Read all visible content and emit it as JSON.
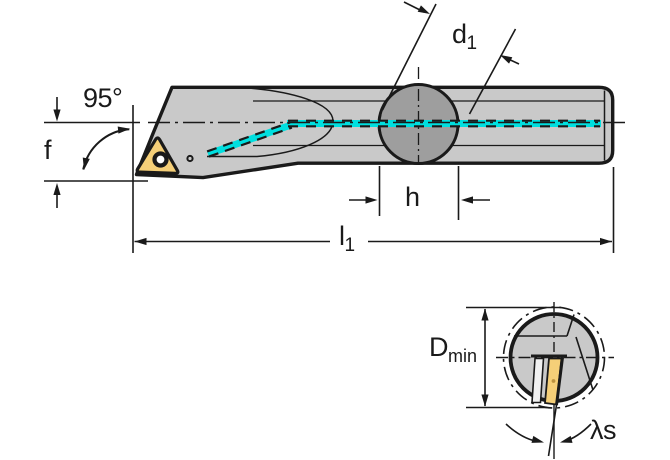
{
  "drawing": {
    "labels": {
      "lead_angle": "95°",
      "edge_offset": "f",
      "shank_diameter": {
        "base": "d",
        "sub": "1"
      },
      "flat_length": "h",
      "overall_length": {
        "base": "l",
        "sub": "1"
      },
      "min_bore_diameter": {
        "base": "D",
        "sub": "min"
      },
      "inclination_angle": "λs"
    },
    "colors": {
      "background": "#ffffff",
      "line_black": "#1a1a1a",
      "body_gray": "#c9c9c9",
      "flat_circle_gray": "#9e9e9e",
      "insert_yellow": "#f5cf78",
      "insert_dot_brown": "#bb913f",
      "coolant_cyan": "#00dfdf",
      "wedge_white": "#f1f1f1"
    }
  }
}
